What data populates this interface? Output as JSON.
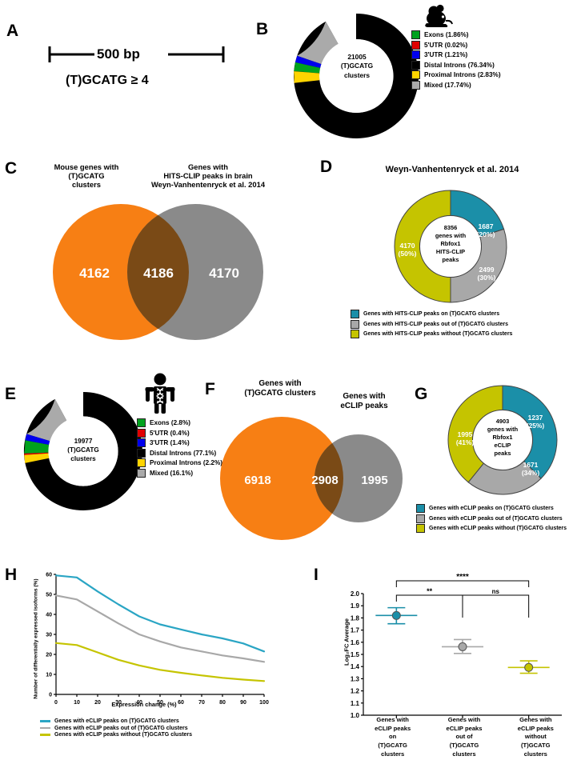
{
  "figure": {
    "panels": [
      "A",
      "B",
      "C",
      "D",
      "E",
      "F",
      "G",
      "H",
      "I"
    ]
  },
  "panelA": {
    "letter": "A",
    "scale_label": "500 bp",
    "motif_label": "(T)GCATG ≥ 4"
  },
  "panelB": {
    "letter": "B",
    "species_icon": "mouse-icon",
    "center_lines": [
      "21005",
      "(T)GCATG",
      "clusters"
    ],
    "chart_data": {
      "type": "pie",
      "title": "",
      "categories": [
        "Exons",
        "5'UTR",
        "3'UTR",
        "Distal Introns",
        "Proximal Introns",
        "Mixed"
      ],
      "values": [
        1.86,
        0.02,
        1.21,
        76.34,
        2.83,
        17.74
      ],
      "colors": [
        "#00a21e",
        "#e00000",
        "#0000ee",
        "#000000",
        "#ffd400",
        "#aaaaaa"
      ],
      "legend": [
        "Exons (1.86%)",
        "5'UTR (0.02%)",
        "3'UTR (1.21%)",
        "Distal Introns (76.34%)",
        "Proximal Introns (2.83%)",
        "Mixed (17.74%)"
      ],
      "legend_position": "right",
      "total": 21005
    }
  },
  "panelC": {
    "letter": "C",
    "left_title": "Mouse genes with\n(T)GCATG\nclusters",
    "left_title_lines": [
      "Mouse genes with",
      "(T)GCATG",
      "clusters"
    ],
    "right_title_lines": [
      "Genes with",
      "HITS-CLIP peaks in brain",
      "Weyn-Vanhentenryck et al. 2014"
    ],
    "chart_data": {
      "type": "venn",
      "left_only": 4162,
      "intersection": 4186,
      "right_only": 4170,
      "left_color": "#f77f14",
      "right_color": "#8a8a8a",
      "overlap_color": "#7a4a16"
    }
  },
  "panelD": {
    "letter": "D",
    "title": "Weyn-Vanhentenryck et al. 2014",
    "center_lines": [
      "8356",
      "genes with",
      "Rbfox1",
      "HITS-CLIP",
      "peaks"
    ],
    "chart_data": {
      "type": "pie",
      "categories": [
        "Genes with HITS-CLIP peaks on (T)GCATG clusters",
        "Genes with HITS-CLIP peaks out of (T)GCATG clusters",
        "Genes with HITS-CLIP peaks without (T)GCATG clusters"
      ],
      "values": [
        1687,
        2499,
        4170
      ],
      "percents": [
        20,
        30,
        50
      ],
      "labels": [
        "1687\n(20%)",
        "2499\n(30%)",
        "4170\n(50%)"
      ],
      "slice_value_labels": [
        "1687",
        "2499",
        "4170"
      ],
      "slice_percent_labels": [
        "(20%)",
        "(30%)",
        "(50%)"
      ],
      "colors": [
        "#1b8fa8",
        "#a8a8a8",
        "#c5c400"
      ],
      "legend_position": "bottom",
      "total": 8356
    }
  },
  "panelE": {
    "letter": "E",
    "species_icon": "human-icon",
    "center_lines": [
      "19977",
      "(T)GCATG",
      "clusters"
    ],
    "chart_data": {
      "type": "pie",
      "categories": [
        "Exons",
        "5'UTR",
        "3'UTR",
        "Distal Introns",
        "Proximal Introns",
        "Mixed"
      ],
      "values": [
        2.8,
        0.4,
        1.4,
        77.1,
        2.2,
        16.1
      ],
      "colors": [
        "#00a21e",
        "#e00000",
        "#0000ee",
        "#000000",
        "#ffd400",
        "#aaaaaa"
      ],
      "legend": [
        "Exons (2.8%)",
        "5'UTR (0.4%)",
        "3'UTR (1.4%)",
        "Distal Introns (77.1%)",
        "Proximal Introns (2.2%)",
        "Mixed (16.1%)"
      ],
      "legend_position": "right",
      "total": 19977
    }
  },
  "panelF": {
    "letter": "F",
    "left_title_lines": [
      "Genes with",
      "(T)GCATG clusters"
    ],
    "right_title_lines": [
      "Genes with",
      "eCLIP peaks"
    ],
    "chart_data": {
      "type": "venn",
      "left_only": 6918,
      "intersection": 2908,
      "right_only": 1995,
      "left_color": "#f77f14",
      "right_color": "#8a8a8a",
      "overlap_color": "#7a4a16"
    }
  },
  "panelG": {
    "letter": "G",
    "center_lines": [
      "4903",
      "genes with",
      "Rbfox1",
      "eCLIP",
      "peaks"
    ],
    "chart_data": {
      "type": "pie",
      "categories": [
        "Genes with eCLIP peaks on (T)GCATG clusters",
        "Genes with eCLIP peaks out of (T)GCATG clusters",
        "Genes with eCLIP peaks without (T)GCATG clusters"
      ],
      "values": [
        1237,
        1671,
        1995
      ],
      "percents": [
        25,
        34,
        41
      ],
      "slice_value_labels": [
        "1237",
        "1671",
        "1995"
      ],
      "slice_percent_labels": [
        "(25%)",
        "(34%)",
        "(41%)"
      ],
      "colors": [
        "#1b8fa8",
        "#a8a8a8",
        "#c5c400"
      ],
      "legend_position": "bottom",
      "total": 4903
    }
  },
  "panelH": {
    "letter": "H",
    "chart_data": {
      "type": "line",
      "title": "",
      "xlabel": "Expression change (%)",
      "ylabel": "Number of differentially expressed isoforms (%)",
      "x": [
        0,
        10,
        20,
        30,
        40,
        50,
        60,
        70,
        80,
        90,
        100
      ],
      "xlim": [
        0,
        100
      ],
      "ylim": [
        0,
        60
      ],
      "xticks": [
        0,
        10,
        20,
        30,
        40,
        50,
        60,
        70,
        80,
        90,
        100
      ],
      "yticks": [
        0,
        10,
        20,
        30,
        40,
        50,
        60
      ],
      "grid": false,
      "legend_position": "bottom",
      "series": [
        {
          "name": "Genes with eCLIP peaks on (T)GCATG clusters",
          "color": "#2aa5c4",
          "values": [
            59.5,
            58.5,
            51.5,
            45.0,
            39.0,
            35.0,
            32.5,
            30.0,
            28.0,
            25.5,
            21.5
          ]
        },
        {
          "name": "Genes with eCLIP peaks out of (T)GCATG clusters",
          "color": "#a8a8a8",
          "values": [
            49.5,
            47.5,
            41.5,
            35.5,
            30.0,
            26.5,
            23.5,
            21.5,
            19.5,
            18.0,
            16.3
          ]
        },
        {
          "name": "Genes with eCLIP peaks without (T)GCATG clusters",
          "color": "#c5c400",
          "values": [
            25.7,
            24.7,
            21.0,
            17.3,
            14.5,
            12.3,
            10.8,
            9.5,
            8.3,
            7.4,
            6.7
          ]
        }
      ]
    }
  },
  "panelI": {
    "letter": "I",
    "chart_data": {
      "type": "scatter",
      "title": "",
      "ylabel": "Log₂FC Average",
      "ylim": [
        1.0,
        2.0
      ],
      "yticks": [
        "1.0",
        "1.1",
        "1.2",
        "1.3",
        "1.4",
        "1.5",
        "1.6",
        "1.7",
        "1.8",
        "1.9",
        "2.0"
      ],
      "grid": false,
      "categories": [
        [
          "Genes with",
          "eCLIP peaks",
          "on",
          "(T)GCATG",
          "clusters"
        ],
        [
          "Genes with",
          "eCLIP peaks",
          "out of",
          "(T)GCATG",
          "clusters"
        ],
        [
          "Genes with",
          "eCLIP peaks",
          "without",
          "(T)GCATG",
          "clusters"
        ]
      ],
      "points": [
        {
          "mean": 1.82,
          "ci_low": 1.752,
          "ci_high": 1.884,
          "color": "#1b8fa8"
        },
        {
          "mean": 1.563,
          "ci_low": 1.508,
          "ci_high": 1.622,
          "color": "#a8a8a8"
        },
        {
          "mean": 1.393,
          "ci_low": 1.345,
          "ci_high": 1.447,
          "color": "#c5c400"
        }
      ],
      "annotations": [
        {
          "label": "****",
          "from": 0,
          "to": 2
        },
        {
          "label": "**",
          "from": 0,
          "to": 1
        },
        {
          "label": "ns",
          "from": 1,
          "to": 2
        }
      ]
    }
  }
}
